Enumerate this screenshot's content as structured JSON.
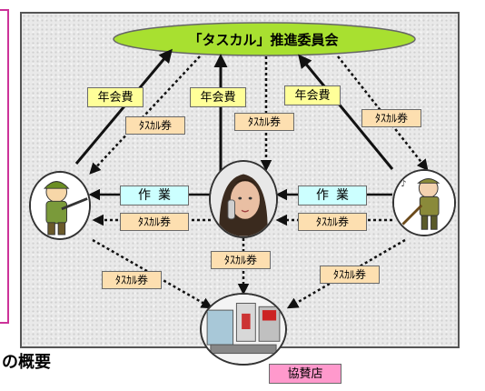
{
  "committee": {
    "name": "「タスカル」推進委員会",
    "fill_color": "#a8e030"
  },
  "fees": {
    "left": "年会費",
    "center": "年会費",
    "right": "年会費"
  },
  "tickets": {
    "left_to_committee": "ﾀｽｶﾙ券",
    "center_from_committee": "ﾀｽｶﾙ券",
    "right_to_committee": "ﾀｽｶﾙ券",
    "center_to_left": "ﾀｽｶﾙ券",
    "right_to_center": "ﾀｽｶﾙ券",
    "left_to_shop": "ﾀｽｶﾙ券",
    "center_to_shop": "ﾀｽｶﾙ券",
    "right_to_shop": "ﾀｽｶﾙ券"
  },
  "work": {
    "left": "作業",
    "right": "作業"
  },
  "shop": {
    "label": "協賛店"
  },
  "caption": "の概要",
  "colors": {
    "fee_bg": "#ffff99",
    "ticket_bg": "#fddfb0",
    "work_bg": "#ccffff",
    "shop_bg": "#ff99cc",
    "panel_border": "#cc3399"
  },
  "icons": {
    "left_member": "hunter-figure-icon",
    "center_member": "woman-phone-icon",
    "right_member": "elderly-gardener-icon",
    "shop": "storefront-icon"
  }
}
